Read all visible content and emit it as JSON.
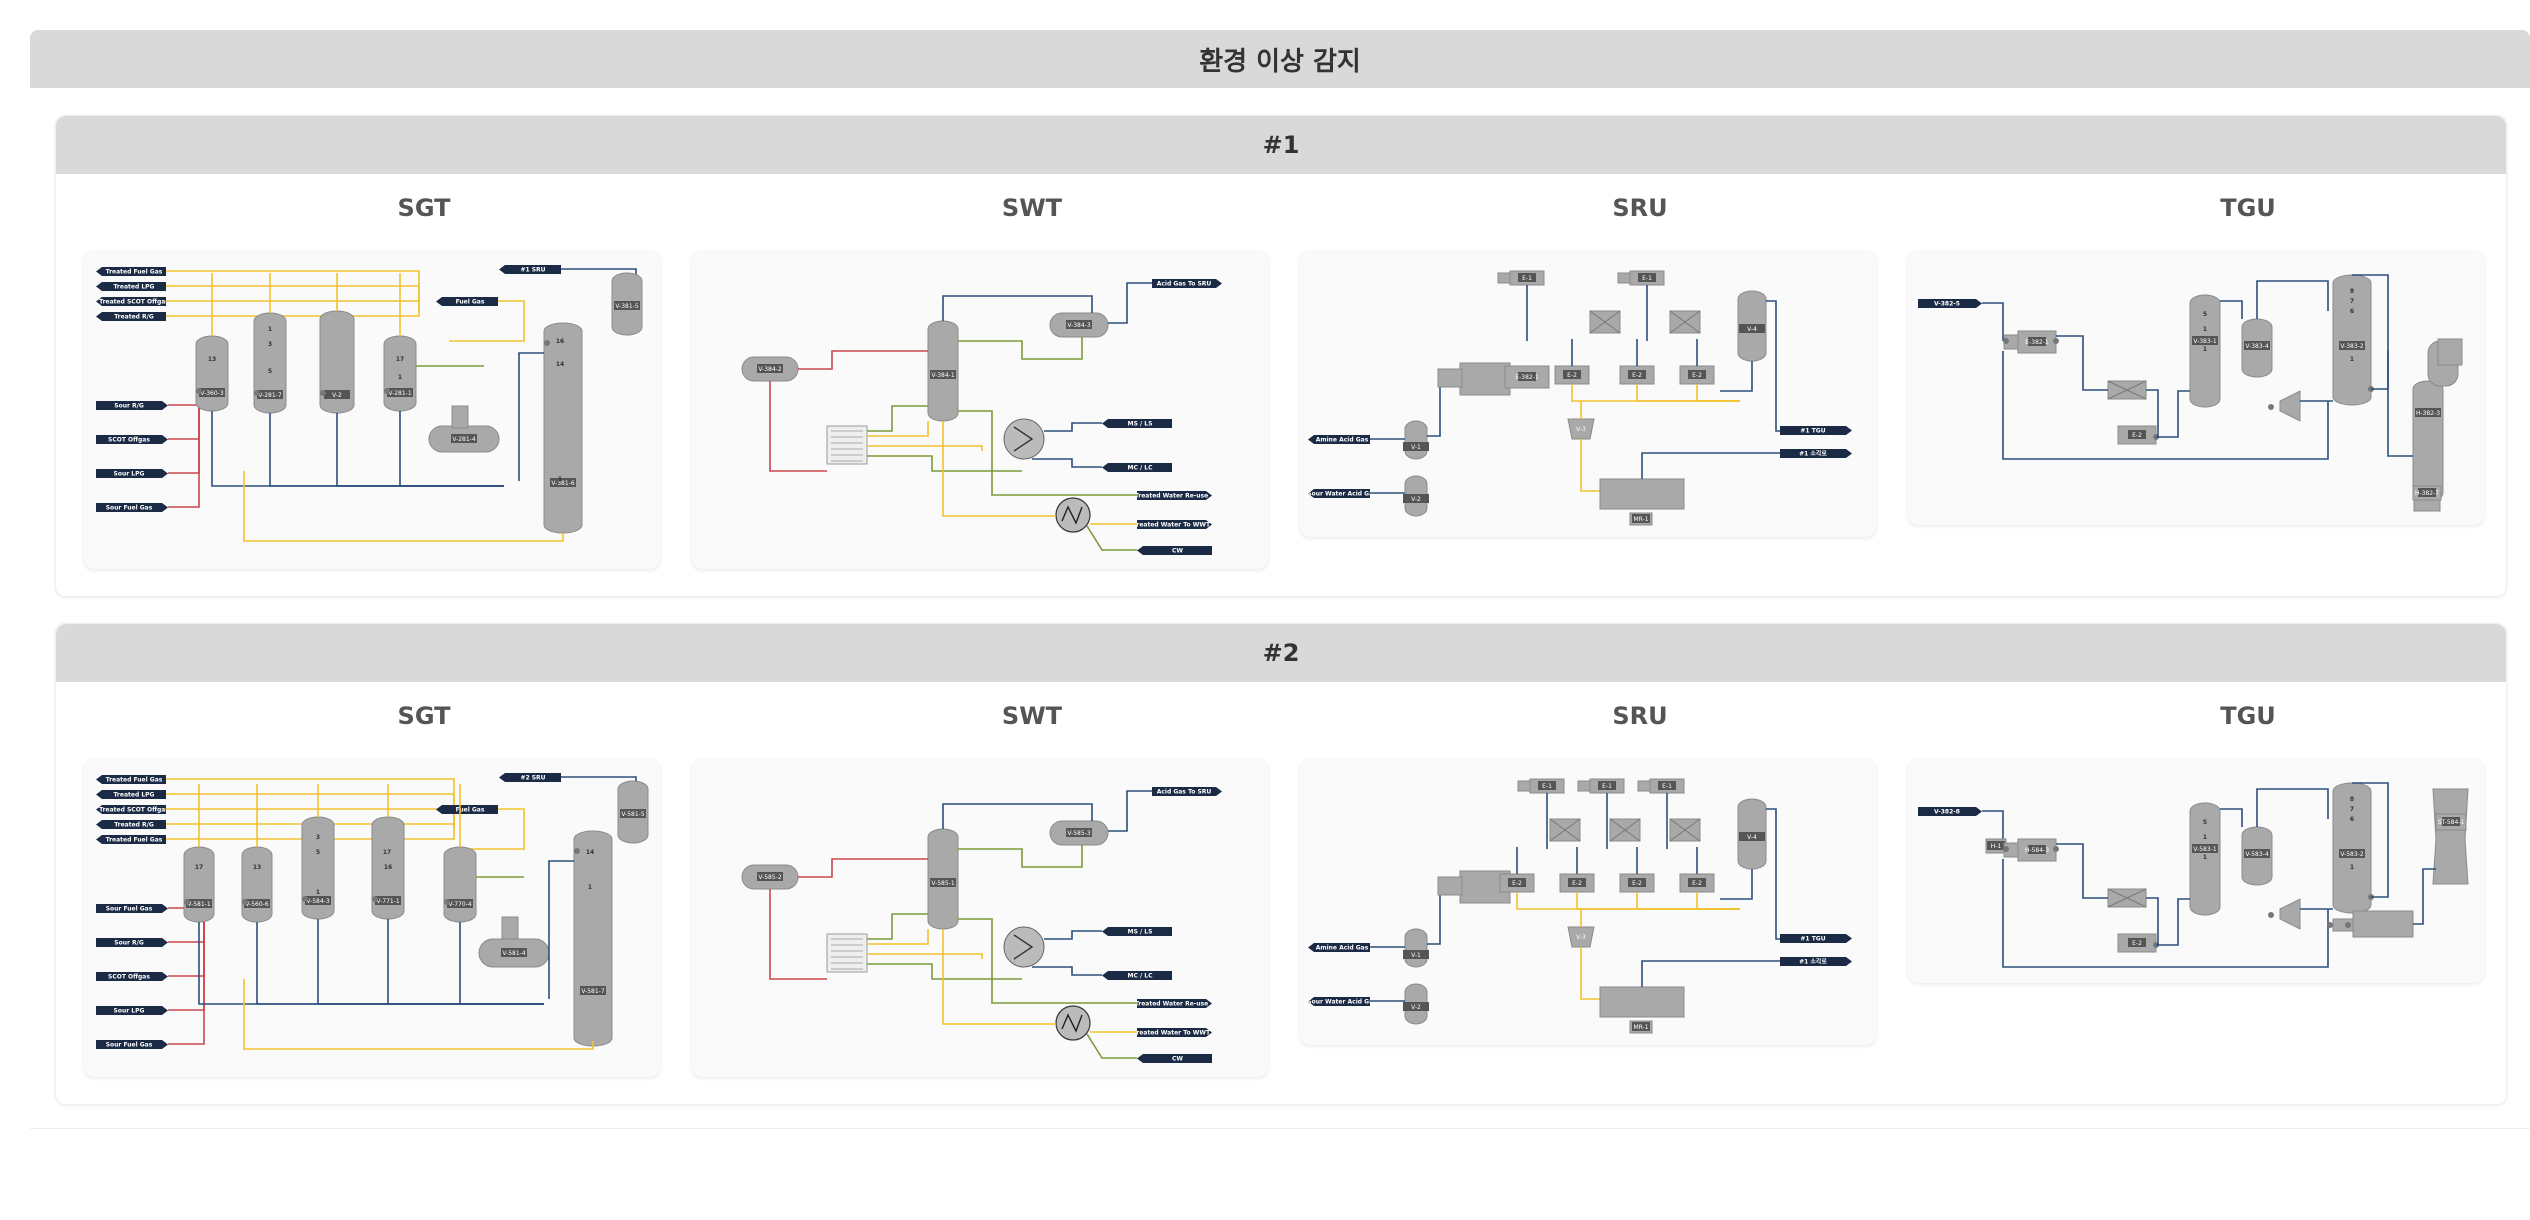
{
  "page_title": "환경 이상 감지",
  "units": [
    {
      "title": "#1",
      "panels": [
        {
          "title": "SGT",
          "tags": [
            "Treated Fuel Gas",
            "Treated LPG",
            "Treated SCOT Offgas",
            "Treated R/G",
            "Sour R/G",
            "SCOT Offgas",
            "Sour LPG",
            "Sour Fuel Gas",
            "#1 SRU",
            "Fuel Gas"
          ],
          "equipment": [
            "V-360-3",
            "V-281-7",
            "V-2",
            "V-281-1",
            "V-281-4",
            "V-381-5",
            "V-381-6"
          ],
          "numbers": [
            "13",
            "1",
            "3",
            "5",
            "17",
            "1",
            "16",
            "14",
            "1"
          ]
        },
        {
          "title": "SWT",
          "tags": [
            "Acid Gas To SRU",
            "MS / LS",
            "MC / LC",
            "Treated Water Re-use",
            "Treated Water To WWT",
            "CW"
          ],
          "equipment": [
            "V-384-2",
            "V-384-1",
            "V-384-3"
          ]
        },
        {
          "title": "SRU",
          "tags": [
            "Amine Acid Gas",
            "Sour Water Acid Gas",
            "#1 TGU",
            "#1 소각로"
          ],
          "equipment": [
            "E-1",
            "E-1",
            "E-382-1",
            "E-2",
            "E-2",
            "E-2",
            "V-1",
            "V-2",
            "V-3",
            "V-4",
            "MR-1"
          ]
        },
        {
          "title": "TGU",
          "tags": [
            "V-382-5"
          ],
          "equipment": [
            "E-382-1",
            "E-2",
            "V-383-1",
            "V-383-4",
            "V-383-2",
            "H-382-3",
            "H-382-7"
          ],
          "numbers": [
            "5",
            "1",
            "1",
            "8",
            "7",
            "6",
            "1"
          ]
        }
      ]
    },
    {
      "title": "#2",
      "panels": [
        {
          "title": "SGT",
          "tags": [
            "Treated Fuel Gas",
            "Treated LPG",
            "Treated SCOT Offgas",
            "Treated R/G",
            "Treated Fuel Gas",
            "Sour Fuel Gas",
            "Sour R/G",
            "SCOT Offgas",
            "Sour LPG",
            "Sour Fuel Gas",
            "#2 SRU",
            "Fuel Gas"
          ],
          "equipment": [
            "V-581-1",
            "V-560-6",
            "V-584-3",
            "V-771-1",
            "V-770-4",
            "V-581-4",
            "V-581-5",
            "V-581-7"
          ],
          "numbers": [
            "17",
            "13",
            "3",
            "5",
            "1",
            "17",
            "16",
            "14",
            "1"
          ]
        },
        {
          "title": "SWT",
          "tags": [
            "Acid Gas To SRU",
            "MS / LS",
            "MC / LC",
            "Treated Water Re-use",
            "Treated Water To WWT",
            "CW"
          ],
          "equipment": [
            "V-585-2",
            "V-585-1",
            "V-585-3"
          ]
        },
        {
          "title": "SRU",
          "tags": [
            "Amine Acid Gas",
            "Sour Water Acid Gas",
            "#1 TGU",
            "#1 소각로"
          ],
          "equipment": [
            "E-1",
            "E-1",
            "E-1",
            "E-2",
            "E-2",
            "E-2",
            "E-2",
            "V-1",
            "V-2",
            "V-3",
            "V-4",
            "MR-1"
          ]
        },
        {
          "title": "TGU",
          "tags": [
            "V-382-8"
          ],
          "equipment": [
            "H-1",
            "H-584-3",
            "E-2",
            "V-583-1",
            "V-583-4",
            "V-583-2",
            "ST-584-1"
          ],
          "numbers": [
            "5",
            "1",
            "1",
            "8",
            "7",
            "6",
            "1"
          ]
        }
      ]
    }
  ]
}
